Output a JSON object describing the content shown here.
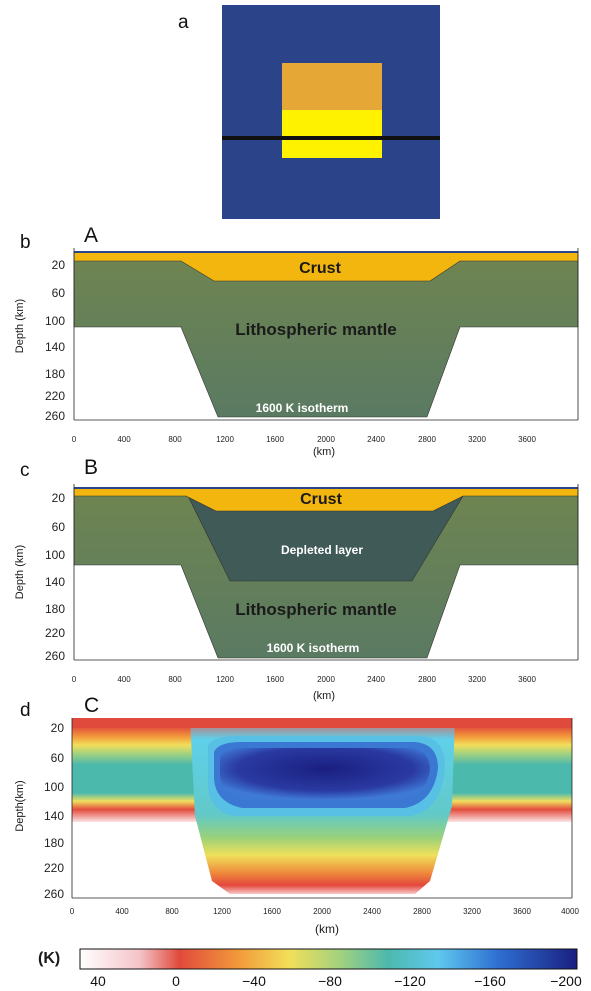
{
  "panel_a": {
    "letter": "a"
  },
  "panel_b": {
    "letter": "b",
    "sub_letter": "A",
    "crust_label": "Crust",
    "mantle_label": "Lithospheric mantle",
    "isotherm_label": "1600 K isotherm",
    "ylabel": "Depth (km)",
    "xlabel": "(km)",
    "y_ticks": [
      "20",
      "60",
      "100",
      "140",
      "180",
      "220",
      "260"
    ],
    "x_ticks": [
      "0",
      "400",
      "800",
      "1200",
      "1600",
      "2000",
      "2400",
      "2800",
      "3200",
      "3600"
    ]
  },
  "panel_c": {
    "letter": "c",
    "sub_letter": "B",
    "crust_label": "Crust",
    "depleted_label": "Depleted layer",
    "mantle_label": "Lithospheric mantle",
    "isotherm_label": "1600 K isotherm",
    "ylabel": "Depth (km)",
    "xlabel": "(km)",
    "y_ticks": [
      "20",
      "60",
      "100",
      "140",
      "180",
      "220",
      "260"
    ],
    "x_ticks": [
      "0",
      "400",
      "800",
      "1200",
      "1600",
      "2000",
      "2400",
      "2800",
      "3200",
      "3600"
    ]
  },
  "panel_d": {
    "letter": "d",
    "sub_letter": "C",
    "ylabel": "Depth(km)",
    "xlabel": "(km)",
    "y_ticks": [
      "20",
      "60",
      "100",
      "140",
      "180",
      "220",
      "260"
    ],
    "x_ticks": [
      "0",
      "400",
      "800",
      "1200",
      "1600",
      "2000",
      "2400",
      "2800",
      "3200",
      "3600",
      "4000"
    ]
  },
  "colorbar": {
    "unit_label": "(K)",
    "ticks": [
      "40",
      "0",
      "−40",
      "−80",
      "−120",
      "−160",
      "−200"
    ],
    "tick_values": [
      40,
      0,
      -40,
      -80,
      -120,
      -160,
      -200
    ],
    "range": [
      50,
      -205
    ]
  },
  "colors": {
    "navy": "#2b4489",
    "orange": "#e5a837",
    "yellow": "#fff200",
    "crust": "#f3b60e",
    "mantle_top": "#6e8451",
    "mantle_bottom": "#5a7a62",
    "depleted": "#3f5a57"
  }
}
